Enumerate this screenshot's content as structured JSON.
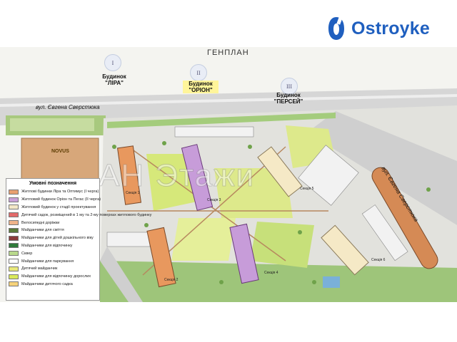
{
  "brand": {
    "name": "Ostroyke",
    "color": "#1f5fbf"
  },
  "plan": {
    "title": "ГЕНПЛАН",
    "street_top": "вул. Євгена Сверстюка",
    "street_right": "вул. Євгена Сверстюка",
    "store": "NOVUS",
    "watermark": "АН Этажи"
  },
  "buildings": [
    {
      "numeral": "I",
      "label_line1": "Будинок",
      "label_line2": "\"ЛІРА\"",
      "highlighted": false
    },
    {
      "numeral": "II",
      "label_line1": "Будинок",
      "label_line2": "\"ОРІОН\"",
      "highlighted": true
    },
    {
      "numeral": "III",
      "label_line1": "Будинок",
      "label_line2": "\"ПЕРСЕЙ\"",
      "highlighted": false
    }
  ],
  "legend": {
    "title": "Умовні позначення",
    "items": [
      {
        "text": "Житлові будинки Ліра та Оптимус (I черга)",
        "color": "#e8a070"
      },
      {
        "text": "Житловий будинок Оріон та Пегас (II черга)",
        "color": "#c9a0d8"
      },
      {
        "text": "Житловий будинок у стадії проектування",
        "color": "#f3e7c7"
      },
      {
        "text": "Дитячий садок, розміщений в 1 му та 2-му поверхах житлового будинку",
        "color": "#e36b6b"
      },
      {
        "text": "Велосипедні доріжки",
        "color": "#f0b48a"
      },
      {
        "text": "Майданчики для сміття",
        "color": "#5a7a3a"
      },
      {
        "text": "Майданчики для дітей дошкільного віку",
        "color": "#8a3a3a"
      },
      {
        "text": "Майданчики для відпочинку",
        "color": "#2f7a3a"
      },
      {
        "text": "Сквер",
        "color": "#b9d98c"
      },
      {
        "text": "Майданчики для паркування",
        "color": "#ffffff"
      },
      {
        "text": "Дитячий майданчик",
        "color": "#e8e87a"
      },
      {
        "text": "Майданчики для відпочинку дорослих",
        "color": "#d9e85a"
      },
      {
        "text": "Майданчики дитячого садка",
        "color": "#f5d27a"
      }
    ]
  },
  "sections": [
    "Секція 1",
    "Секція 2",
    "Секція 3",
    "Секція 4",
    "Секція 5",
    "Секція 6"
  ]
}
